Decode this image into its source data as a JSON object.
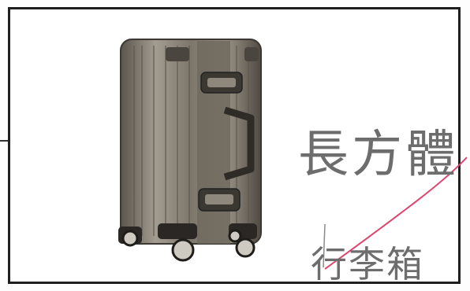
{
  "worksheet": {
    "image_subject": "suitcase-photo",
    "handwriting": {
      "shape_word": "長方體",
      "object_word": "行李箱"
    },
    "colors": {
      "frame": "#1f1f1f",
      "pencil": "#6d6d6d",
      "connector_line": "#e0426e",
      "suitcase_body": "#8a8276"
    }
  }
}
